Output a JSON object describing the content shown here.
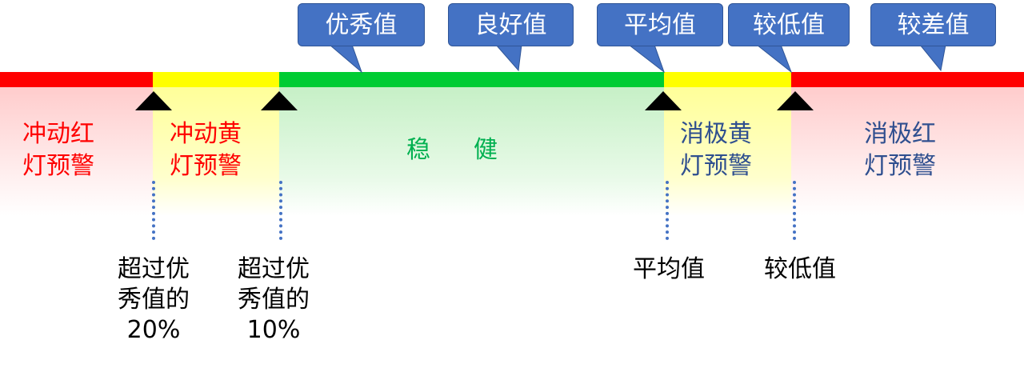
{
  "colors": {
    "red": "#ff0000",
    "yellow": "#ffff00",
    "green": "#00cc33",
    "callout_blue": "#4472c4",
    "label_blue": "#2f4f8f",
    "dotted_blue": "#4472c4"
  },
  "callouts": [
    "优秀值",
    "良好值",
    "平均值",
    "较低值",
    "较差值"
  ],
  "zones": {
    "impulsive_red": {
      "line1": "冲动红",
      "line2": "灯预警"
    },
    "impulsive_yellow": {
      "line1": "冲动黄",
      "line2": "灯预警"
    },
    "stable": {
      "line1": "稳",
      "line2": "健"
    },
    "passive_yellow": {
      "line1": "消极黄",
      "line2": "灯预警"
    },
    "passive_red": {
      "line1": "消极红",
      "line2": "灯预警"
    }
  },
  "thresholds": [
    {
      "line1": "超过优",
      "line2": "秀值的",
      "line3": "20%"
    },
    {
      "line1": "超过优",
      "line2": "秀值的",
      "line3": "10%"
    },
    {
      "line1": "平均值"
    },
    {
      "line1": "较低值"
    }
  ]
}
